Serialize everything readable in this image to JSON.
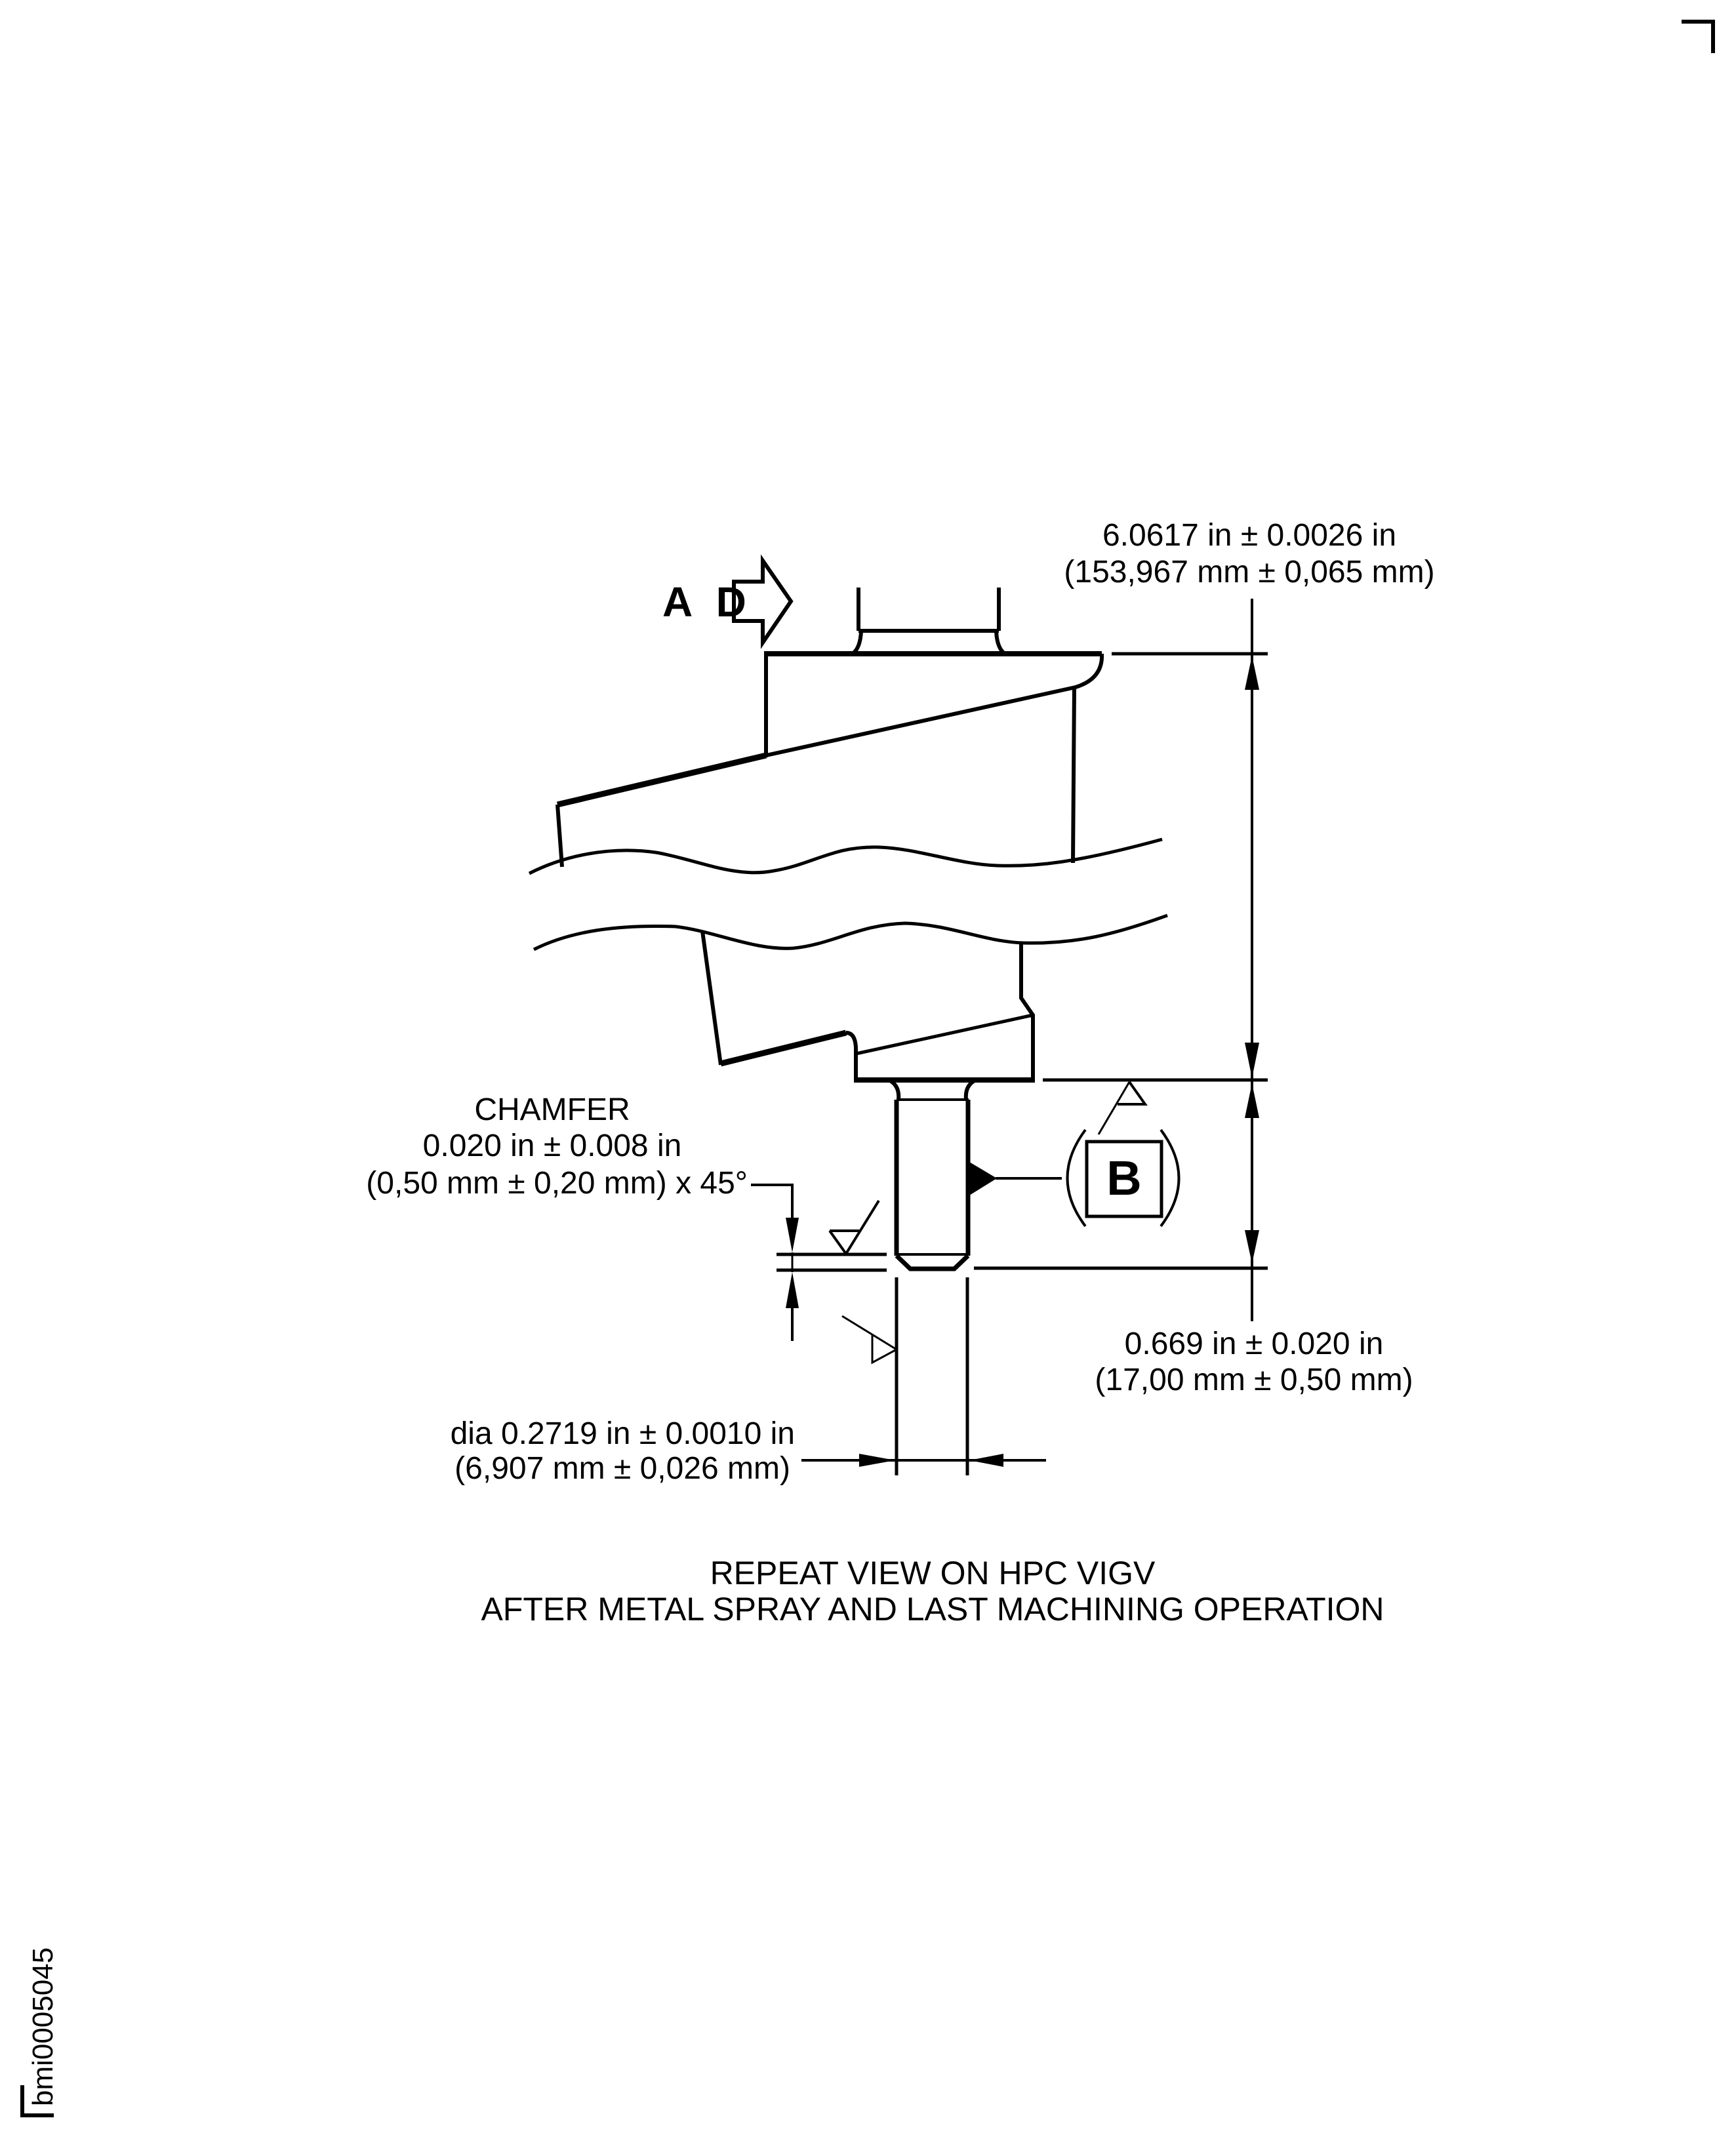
{
  "figure": {
    "view_label": "A D",
    "datum_label": "B",
    "figure_id": "bmi0005045",
    "caption": {
      "line1": "REPEAT VIEW ON HPC VIGV",
      "line2": "AFTER METAL SPRAY AND LAST MACHINING OPERATION"
    }
  },
  "dimensions": {
    "overall_height": {
      "imperial": "6.0617 in ± 0.0026 in",
      "metric": "(153,967 mm ± 0,065 mm)"
    },
    "chamfer": {
      "title": "CHAMFER",
      "imperial": "0.020 in ± 0.008 in",
      "metric": "(0,50 mm ± 0,20 mm) x 45°"
    },
    "pin_length": {
      "imperial": "0.669 in ± 0.020 in",
      "metric": "(17,00 mm ± 0,50 mm)"
    },
    "pin_diameter": {
      "imperial": "dia 0.2719 in ± 0.0010 in",
      "metric": "(6,907 mm ± 0,026 mm)"
    }
  },
  "symbols": {
    "view_arrow": "hollow-arrow-right-icon",
    "weld_marker": "filled-triangle-icon",
    "surface_finish": "surface-finish-icon",
    "datum_box": "datum-box-icon"
  }
}
